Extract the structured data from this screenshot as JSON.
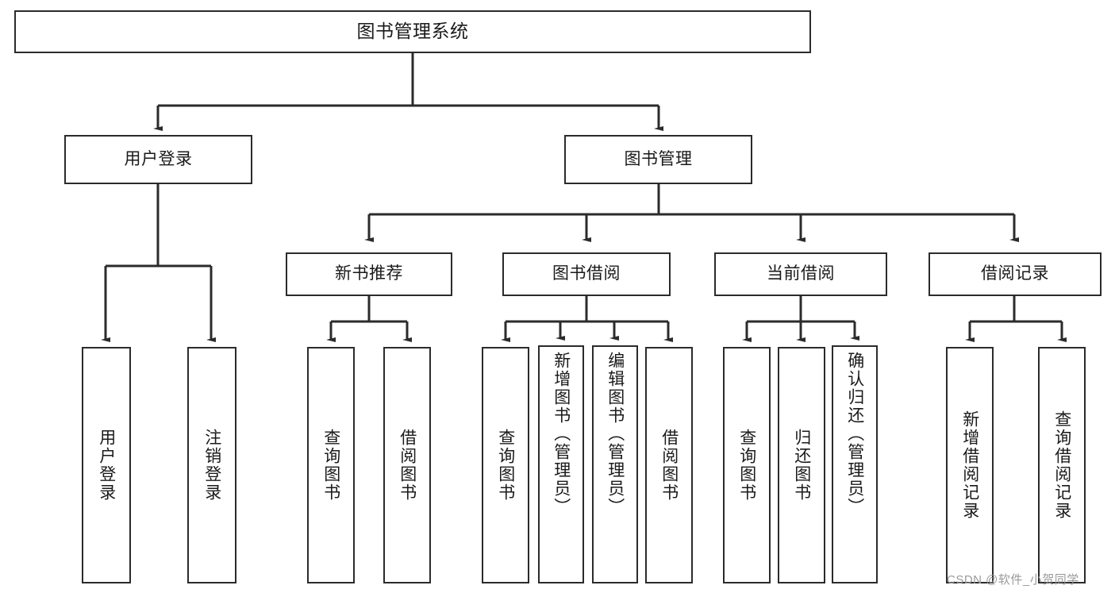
{
  "diagram": {
    "title": "图书管理系统",
    "type": "功能结构图",
    "colors": {
      "box_border": "#2b2b2b",
      "box_fill": "#ffffff",
      "connector": "#2b2b2b",
      "text": "#1a1a1a",
      "watermark": "#9a9a9a",
      "background": "#ffffff"
    },
    "watermark": "CSDN @软件_小贺同学"
  },
  "nodes": {
    "root": {
      "label": "图书管理系统"
    },
    "level2": [
      {
        "id": "user-login",
        "label": "用户登录"
      },
      {
        "id": "book-manage",
        "label": "图书管理"
      }
    ],
    "level3": [
      {
        "id": "new-book-recommend",
        "label": "新书推荐"
      },
      {
        "id": "book-borrow",
        "label": "图书借阅"
      },
      {
        "id": "current-borrow",
        "label": "当前借阅"
      },
      {
        "id": "borrow-record",
        "label": "借阅记录"
      }
    ],
    "leaves": {
      "user_login": [
        {
          "id": "leaf-user-login",
          "label": "用户登录"
        },
        {
          "id": "leaf-logout-login",
          "label": "注销登录"
        }
      ],
      "new_book_recommend": [
        {
          "id": "leaf-query-book-1",
          "label": "查询图书"
        },
        {
          "id": "leaf-borrow-book-1",
          "label": "借阅图书"
        }
      ],
      "book_borrow": [
        {
          "id": "leaf-query-book-2",
          "label": "查询图书"
        },
        {
          "id": "leaf-add-book",
          "label": "新增图书（管理员）"
        },
        {
          "id": "leaf-edit-book",
          "label": "编辑图书（管理员）"
        },
        {
          "id": "leaf-borrow-book-2",
          "label": "借阅图书"
        }
      ],
      "current_borrow": [
        {
          "id": "leaf-query-book-3",
          "label": "查询图书"
        },
        {
          "id": "leaf-return-book",
          "label": "归还图书"
        },
        {
          "id": "leaf-confirm-return",
          "label": "确认归还（管理员）"
        }
      ],
      "borrow_record": [
        {
          "id": "leaf-add-record",
          "label": "新增借阅记录"
        },
        {
          "id": "leaf-query-record",
          "label": "查询借阅记录"
        }
      ]
    }
  }
}
